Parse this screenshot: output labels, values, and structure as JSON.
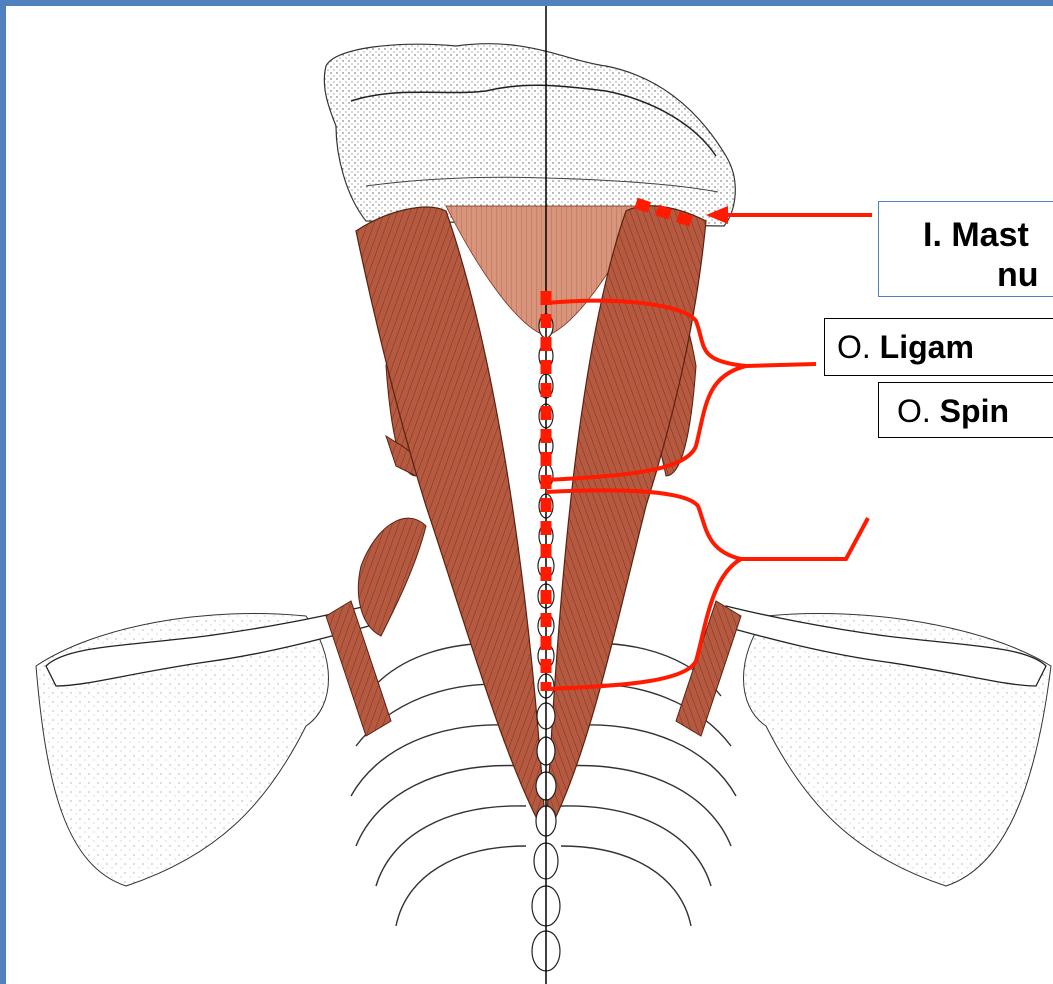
{
  "labels": {
    "insertion": {
      "prefix": "I.",
      "line1": "Mast",
      "line2": "nu"
    },
    "origin_ligament": {
      "prefix": "O.",
      "text": "Ligam"
    },
    "origin_spinous": {
      "prefix": "O.",
      "text": "Spin"
    }
  },
  "colors": {
    "frame": "#4f81bd",
    "muscle": "#b55a40",
    "muscle_light": "#d9957b",
    "bone": "#f2f2f2",
    "annotation_red": "#ff1a00"
  },
  "icons": [
    "skull-base-illustration",
    "cervical-vertebrae",
    "clavicle",
    "scapula",
    "rib-cage",
    "muscle-fibers"
  ]
}
